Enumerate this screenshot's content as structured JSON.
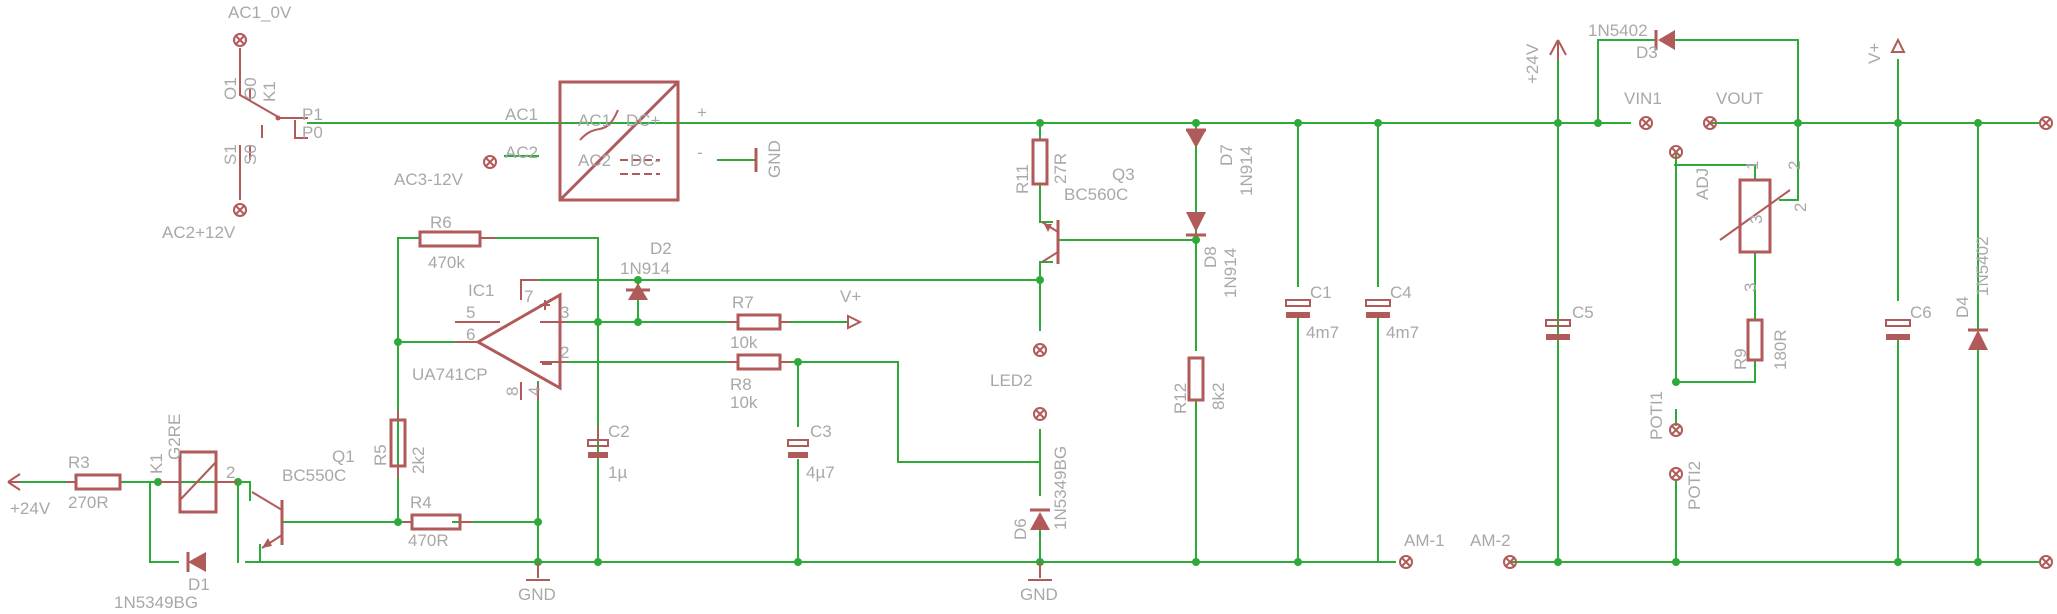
{
  "labels": {
    "ac1_0v": "AC1_0V",
    "o1": "O1",
    "o0": "O0",
    "k1_relay": "K1",
    "p1": "P1",
    "p0": "P0",
    "s1": "S1",
    "s0": "S0",
    "ac2_12v": "AC2+12V",
    "ac1": "AC1",
    "ac2": "AC2",
    "ac3_12v": "AC3-12V",
    "br_ac1": "AC1",
    "br_dcp": "DC+",
    "br_ac2": "AC2",
    "br_dcm": "DC-",
    "plus": "+",
    "minus": "-",
    "gnd_bridge": "GND",
    "r6": "R6",
    "r6_val": "470k",
    "d2": "D2",
    "d2_val": "1N914",
    "ic1": "IC1",
    "ic1_val": "UA741CP",
    "pin5": "5",
    "pin6": "6",
    "pin7": "7",
    "pin3": "3",
    "pin2": "2",
    "pin8": "8",
    "pin4": "4",
    "r7": "R7",
    "r7_val": "10k",
    "vplus_r7": "V+",
    "r8": "R8",
    "r8_val": "10k",
    "r5": "R5",
    "r5_val": "2k2",
    "c2": "C2",
    "c2_val": "1µ",
    "c3": "C3",
    "c3_val": "4µ7",
    "r4": "R4",
    "r4_val": "470R",
    "q1": "Q1",
    "q1_val": "BC550C",
    "r3": "R3",
    "r3_val": "270R",
    "plus24_left": "+24V",
    "k1_coil": "K1",
    "k1_val": "G2RE",
    "k1_pin2": "2",
    "d1": "D1",
    "d1_val": "1N5349BG",
    "gnd_left": "GND",
    "r11": "R11",
    "r11_val": "27R",
    "q3": "Q3",
    "q3_val": "BC560C",
    "led2": "LED2",
    "d6": "D6",
    "d6_val": "1N5349BG",
    "gnd_mid": "GND",
    "d7": "D7",
    "d7_val": "1N914",
    "d8": "D8",
    "d8_val": "1N914",
    "r12": "R12",
    "r12_val": "8k2",
    "c1": "C1",
    "c1_val": "4m7",
    "c4": "C4",
    "c4_val": "4m7",
    "am1": "AM-1",
    "am2": "AM-2",
    "plus24_right": "+24V",
    "d3_val": "1N5402",
    "d3": "D3",
    "vin1": "VIN1",
    "vout": "VOUT",
    "vplus_right": "V+",
    "adj": "ADJ",
    "c5": "C5",
    "u_pin1": "1",
    "u_pin2": "2",
    "u_pin2b": "2",
    "u_pin3": "3",
    "u_pin3b": "3",
    "r9": "R9",
    "r9_val": "180R",
    "poti1": "POTI1",
    "poti2": "POTI2",
    "c6": "C6",
    "d4": "D4",
    "d4_val": "1N5402"
  },
  "colors": {
    "wire": "#2eaa3a",
    "part": "#b15a5a",
    "label": "#a8a8a8",
    "background": "#ffffff"
  }
}
